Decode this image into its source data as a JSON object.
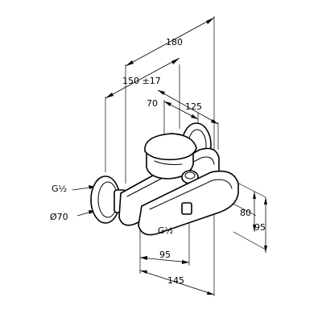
{
  "dimensions": {
    "overall_width": "180",
    "centers_distance": "150 ±17",
    "body_offset": "70",
    "spout_reach": "125",
    "connection_thread_left": "G½",
    "rosette_diameter": "Ø70",
    "outlet_thread": "G½",
    "outlet_height": "80",
    "total_height": "95",
    "base_to_outlet": "95",
    "base_to_spout_end": "145"
  },
  "colors": {
    "line": "#000000",
    "background": "#ffffff"
  }
}
